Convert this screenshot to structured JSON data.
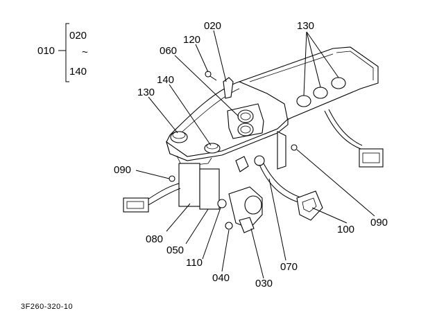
{
  "legend": {
    "parent": "010",
    "top": "020",
    "wave": "~",
    "bottom": "140"
  },
  "callouts": {
    "c020": "020",
    "c120": "120",
    "c060": "060",
    "c140": "140",
    "c130_left": "130",
    "c130_right": "130",
    "c090_left": "090",
    "c090_right": "090",
    "c080": "080",
    "c050": "050",
    "c110": "110",
    "c040": "040",
    "c030": "030",
    "c070": "070",
    "c100": "100"
  },
  "drawing_code": "3F260-320-10"
}
